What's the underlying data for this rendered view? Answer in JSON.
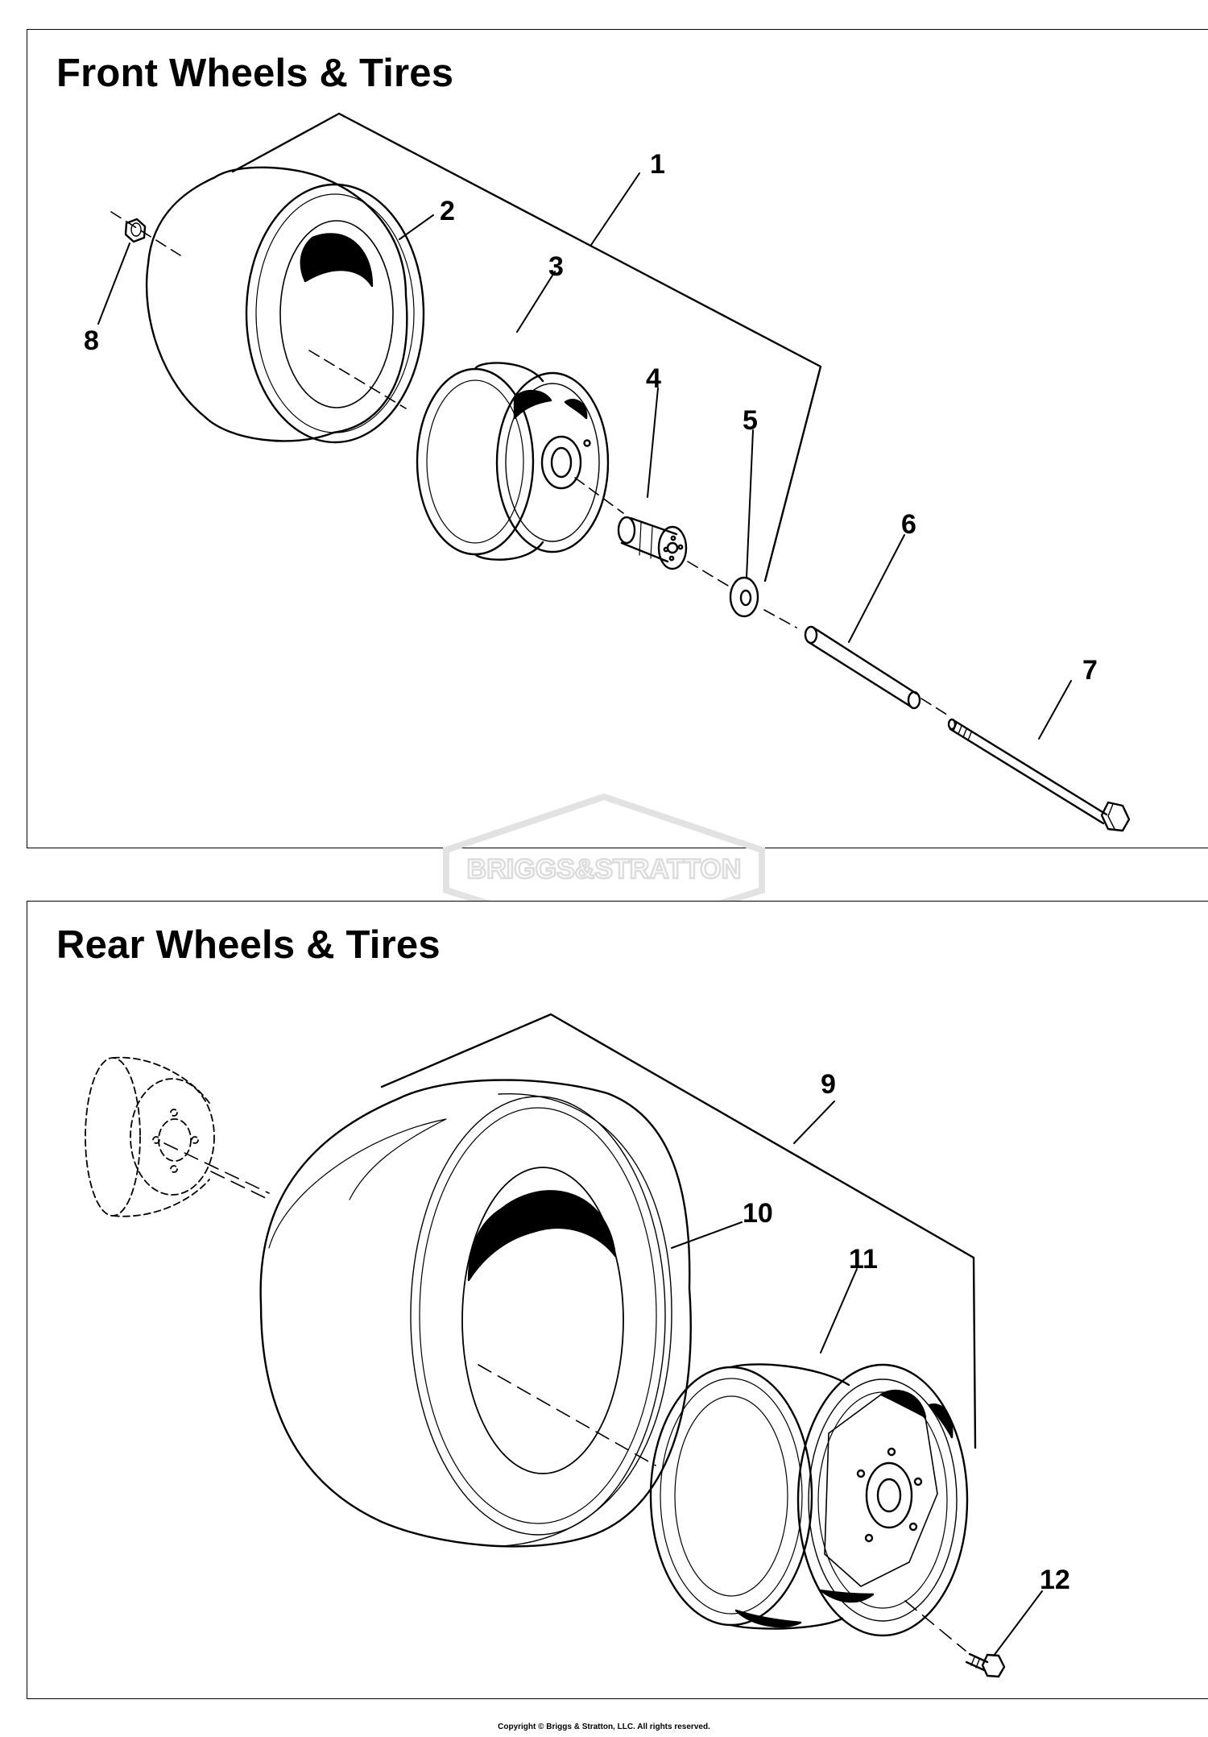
{
  "front": {
    "title": "Front Wheels & Tires",
    "callouts": [
      "1",
      "2",
      "3",
      "4",
      "5",
      "6",
      "7",
      "8"
    ]
  },
  "rear": {
    "title": "Rear Wheels & Tires",
    "callouts": [
      "9",
      "10",
      "11",
      "12"
    ]
  },
  "watermark": {
    "text": "BRIGGS&STRATTON",
    "color": "#e2e2e2"
  },
  "footer": {
    "copyright": "Copyright © Briggs & Stratton, LLC. All rights reserved."
  }
}
